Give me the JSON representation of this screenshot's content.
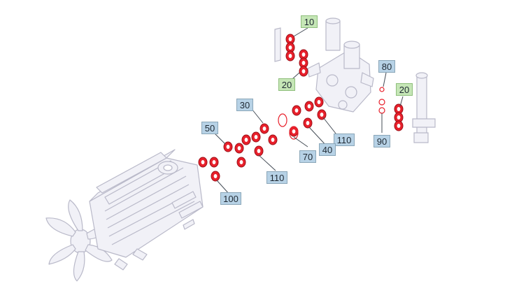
{
  "colors": {
    "part_fill": "#f1f1f7",
    "part_stroke": "#b9b9c9",
    "seal_fill": "#e8202b",
    "seal_stroke": "#9c1018",
    "label_blue": "#b7d2e6",
    "label_green": "#c5e6b6"
  },
  "callouts": {
    "c10": "10",
    "c20_top": "20",
    "c20_right": "20",
    "c30": "30",
    "c40": "40",
    "c50": "50",
    "c70": "70",
    "c80": "80",
    "c90": "90",
    "c100": "100",
    "c110_right": "110",
    "c110_lower": "110"
  }
}
